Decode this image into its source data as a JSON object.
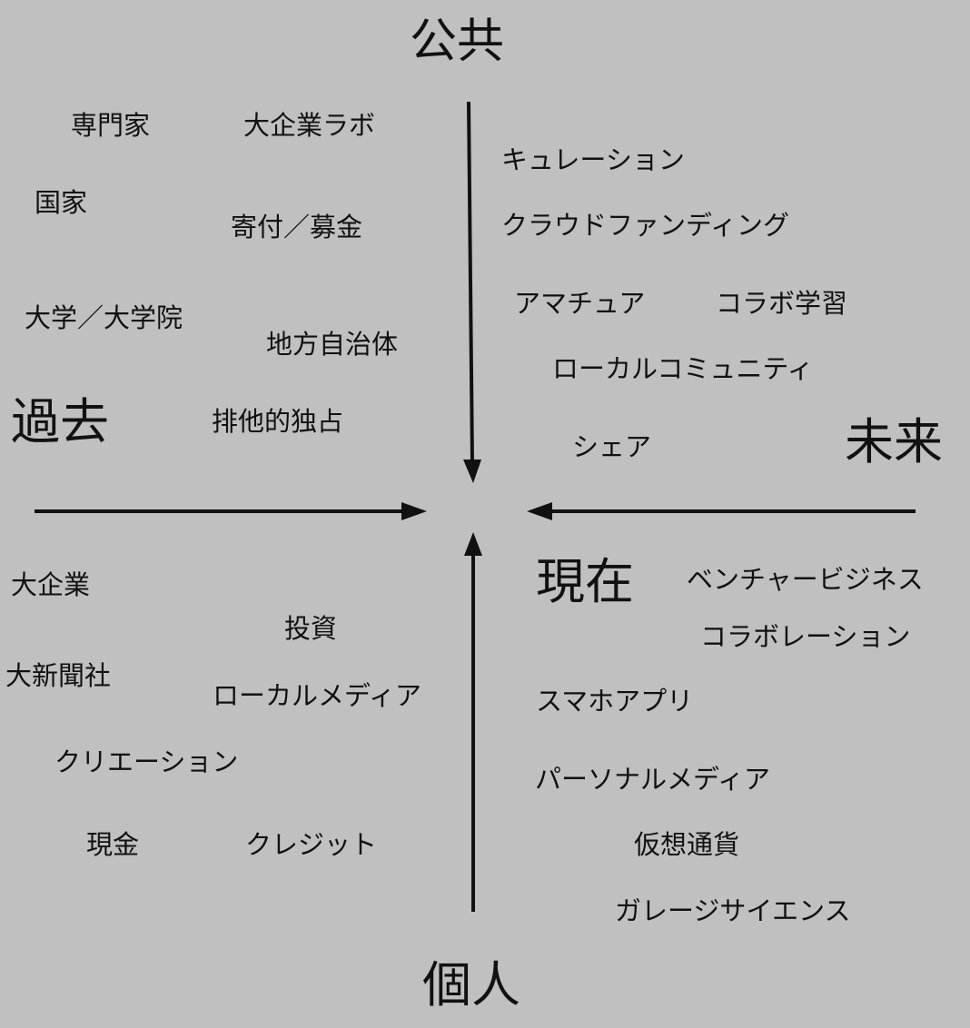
{
  "axes": {
    "top": "公共",
    "bottom": "個人",
    "left": "過去",
    "right": "未来",
    "center_bottom_right": "現在"
  },
  "colors": {
    "background": "#c0c0c0",
    "text": "#111111",
    "arrow": "#111111"
  },
  "quadrants": {
    "top_left": {
      "terms": [
        "専門家",
        "大企業ラボ",
        "国家",
        "寄付／募金",
        "大学／大学院",
        "地方自治体",
        "排他的独占"
      ]
    },
    "top_right": {
      "terms": [
        "キュレーション",
        "クラウドファンディング",
        "アマチュア",
        "コラボ学習",
        "ローカルコミュニティ",
        "シェア"
      ]
    },
    "bottom_left": {
      "terms": [
        "大企業",
        "投資",
        "大新聞社",
        "ローカルメディア",
        "クリエーション",
        "現金",
        "クレジット"
      ]
    },
    "bottom_right": {
      "terms": [
        "ベンチャービジネス",
        "コラボレーション",
        "スマホアプリ",
        "パーソナルメディア",
        "仮想通貨",
        "ガレージサイエンス"
      ]
    }
  }
}
